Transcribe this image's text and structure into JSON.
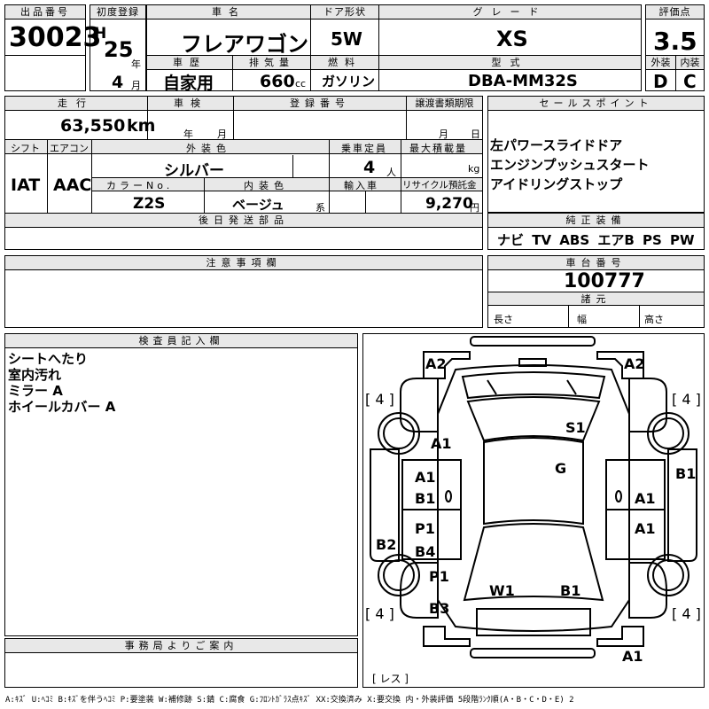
{
  "row1": {
    "lot_label": "出品番号",
    "lot_no": "30023",
    "first_reg_label": "初度登録",
    "era": "H",
    "year_val": "25",
    "year_unit": "年",
    "month_val": "4",
    "month_unit": "月",
    "car_name_label": "車名",
    "car_name": "フレアワゴン",
    "door_label": "ドア形状",
    "door": "5W",
    "grade_label": "グレード",
    "grade": "XS",
    "score_label": "評価点",
    "score": "3.5",
    "history_label": "車歴",
    "history": "自家用",
    "displacement_label": "排気量",
    "displacement": "660",
    "displacement_unit": "cc",
    "fuel_label": "燃料",
    "fuel": "ガソリン",
    "model_label": "型式",
    "model": "DBA-MM32S",
    "ext_label": "外装",
    "ext_grade": "D",
    "int_label": "内装",
    "int_grade": "C"
  },
  "row2": {
    "mileage_label": "走行",
    "mileage": "63,550",
    "mileage_unit": "km",
    "inspection_label": "車検",
    "insp_year_unit": "年",
    "insp_month_unit": "月",
    "regno_label": "登録番号",
    "transfer_label": "譲渡書類期限",
    "transfer_month": "月",
    "transfer_day": "日",
    "sales_label": "セールスポイント",
    "sales_points": [
      "左パワースライドドア",
      "エンジンプッシュスタート",
      "アイドリングストップ"
    ]
  },
  "row3": {
    "shift_label": "シフト",
    "shift": "IAT",
    "ac_label": "エアコン",
    "ac": "AAC",
    "ext_color_label": "外装色",
    "ext_color": "シルバー",
    "capacity_label": "乗車定員",
    "capacity": "4",
    "capacity_unit": "人",
    "load_label": "最大積載量",
    "load_unit": "kg",
    "color_no_label": "カラーNo.",
    "color_no": "Z2S",
    "int_color_label": "内装色",
    "int_color": "ベージュ",
    "int_color_unit": "系",
    "import_label": "輸入車",
    "recycle_label": "リサイクル預託金",
    "recycle": "9,270",
    "recycle_unit": "円"
  },
  "equip": {
    "label": "純正装備",
    "items": "ナビ TV ABS エアB PS PW"
  },
  "later_parts": {
    "label": "後日発送部品"
  },
  "notes": {
    "label": "注意事項欄"
  },
  "chassis": {
    "label": "車台番号",
    "number": "100777"
  },
  "dims": {
    "label": "諸元",
    "length": "長さ",
    "width": "幅",
    "height": "高さ"
  },
  "inspector": {
    "label": "検査員記入欄",
    "lines": [
      "シートへたり",
      "室内汚れ",
      "ミラー A",
      "ホイールカバー A"
    ]
  },
  "office": {
    "label": "事務局よりご案内"
  },
  "diagram": {
    "marks": {
      "a2_left": "A2",
      "a2_right": "A2",
      "tire_fl": "[ 4 ]",
      "tire_fr": "[ 4 ]",
      "tire_rl": "[ 4 ]",
      "tire_rr": "[ 4 ]",
      "a1_hood": "A1",
      "s1": "S1",
      "g": "G",
      "a1_ld1": "A1",
      "b1_ld1": "B1",
      "b1_rf": "B1",
      "a1_rd1": "A1",
      "p1_ld2": "P1",
      "b4_ld2": "B4",
      "a1_rd2": "A1",
      "b2_left": "B2",
      "p1_lr": "P1",
      "b3": "B3",
      "w1": "W1",
      "b1_roof": "B1",
      "a1_bottom": "A1",
      "spare": "[ レス ]"
    }
  },
  "legend": "A:ｷｽﾞ U:ﾍｺﾐ B:ｷｽﾞを伴うﾍｺﾐ P:要塗装 W:補修跡 S:錆 C:腐食 G:ﾌﾛﾝﾄｶﾞﾗｽ点ｷｽﾞ XX:交換済み X:要交換 内・外装評価 5段階ﾗﾝｸ順(A・B・C・D・E) 2"
}
